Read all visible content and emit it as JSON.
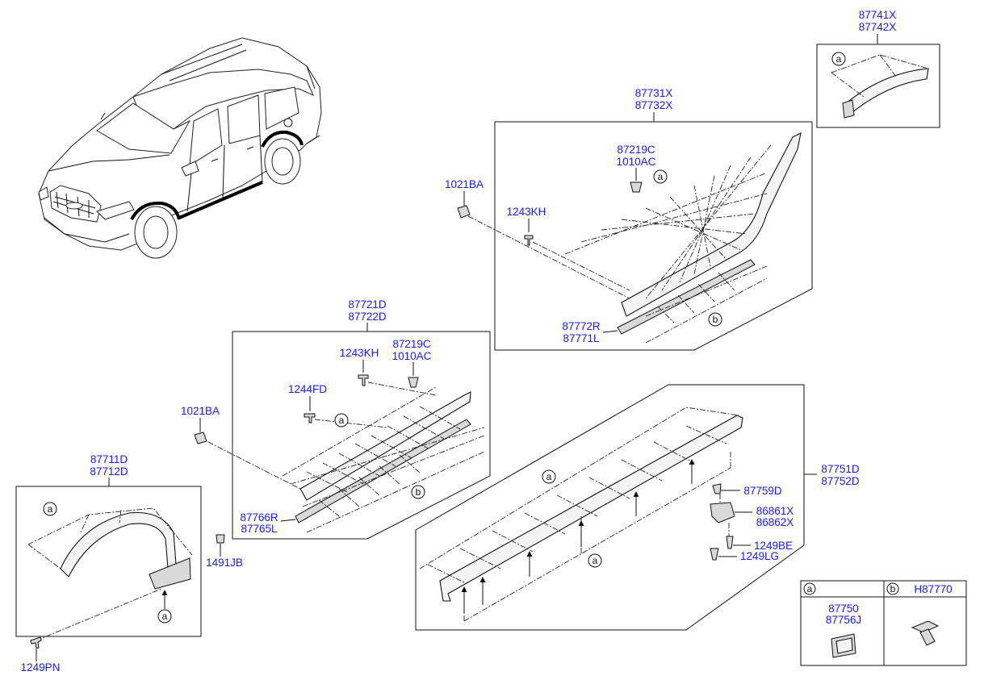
{
  "labels": {
    "p87741x": "87741X",
    "p87742x": "87742X",
    "p87731x": "87731X",
    "p87732x": "87732X",
    "p87219c_top": "87219C",
    "p1010ac_top": "1010AC",
    "p1021ba_top": "1021BA",
    "p1243kh_top": "1243KH",
    "p87772r": "87772R",
    "p87771l": "87771L",
    "p87721d": "87721D",
    "p87722d": "87722D",
    "p87219c_mid": "87219C",
    "p1010ac_mid": "1010AC",
    "p1243kh_mid": "1243KH",
    "p1244fd": "1244FD",
    "p1021ba_mid": "1021BA",
    "p87766r": "87766R",
    "p87765l": "87765L",
    "p87711d": "87711D",
    "p87712d": "87712D",
    "p1491jb": "1491JB",
    "p1249pn": "1249PN",
    "p87751d": "87751D",
    "p87752d": "87752D",
    "p87759d": "87759D",
    "p86861x": "86861X",
    "p86862x": "86862X",
    "p1249be": "1249BE",
    "p1249lg": "1249LG"
  },
  "callouts": {
    "a": "a",
    "b": "b"
  },
  "legend": {
    "a_letter": "a",
    "b_letter": "b",
    "b_header": "H87770",
    "a_part1": "87750",
    "a_part2": "87756J"
  }
}
